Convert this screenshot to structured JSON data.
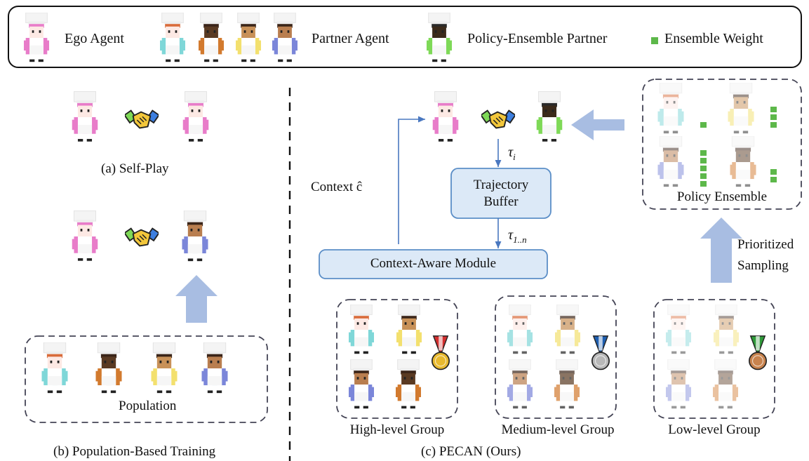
{
  "legend": {
    "ego": "Ego Agent",
    "partner": "Partner Agent",
    "policy_partner": "Policy-Ensemble Partner",
    "weight": "Ensemble Weight"
  },
  "panel_a": {
    "caption": "(a) Self-Play"
  },
  "panel_b": {
    "population_label": "Population",
    "caption": "(b) Population-Based Training"
  },
  "panel_c": {
    "context_label": "Context ĉ",
    "tau_i": "τ",
    "tau_i_sub": "i",
    "tau_n": "τ",
    "tau_n_sub": "1..n",
    "trajectory_buffer_line1": "Trajectory",
    "trajectory_buffer_line2": "Buffer",
    "context_module": "Context-Aware Module",
    "policy_ensemble": "Policy Ensemble",
    "prioritized_line1": "Prioritized",
    "prioritized_line2": "Sampling",
    "high_group": "High-level Group",
    "medium_group": "Medium-level Group",
    "low_group": "Low-level Group",
    "caption": "(c) PECAN (Ours)"
  },
  "colors": {
    "ego_pink": "#e87cc9",
    "partner_teal": "#7fd7d8",
    "partner_yellow": "#f3e06e",
    "partner_blue": "#7b86d9",
    "policy_green": "#7ed957",
    "weight_green": "#5db84a",
    "arrow_blue": "#a8bde2",
    "box_fill": "#dce9f7",
    "box_stroke": "#5b8ec7",
    "gold": "#e8b92f",
    "silver": "#b8b8b8",
    "bronze": "#c8834e"
  },
  "icons": [
    "chef-agent-icon",
    "handshake-icon",
    "medal-gold-icon",
    "medal-silver-icon",
    "medal-bronze-icon"
  ]
}
